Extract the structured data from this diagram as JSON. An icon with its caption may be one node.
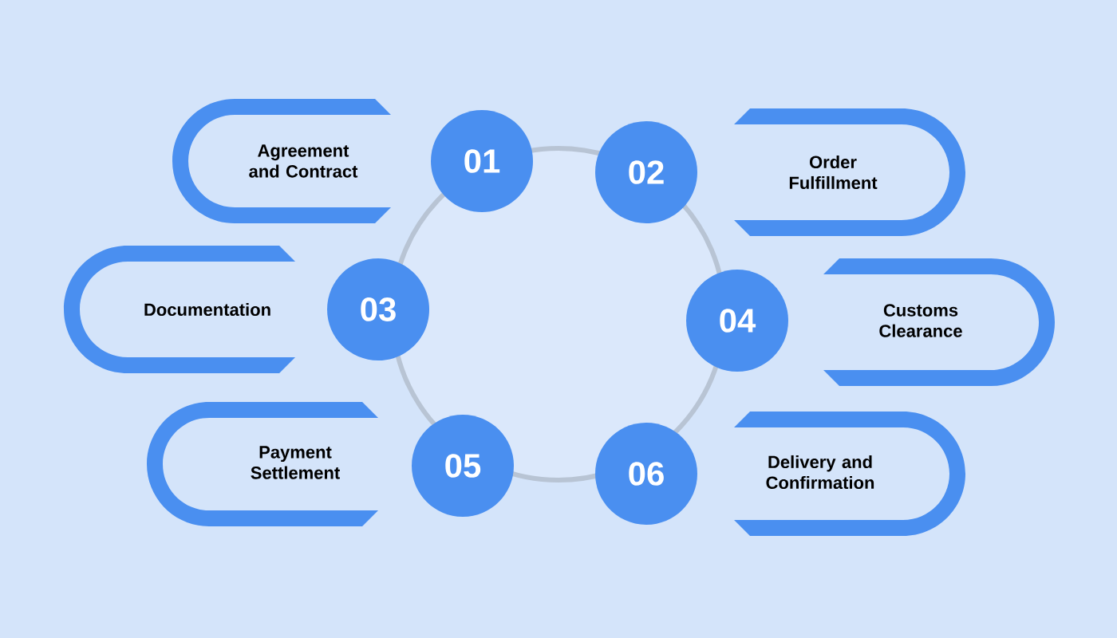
{
  "diagram": {
    "nodes": [
      {
        "text": [
          "Agreement and Contract"
        ]
      },
      {
        "text": [
          "01"
        ]
      },
      {
        "text": [
          "02"
        ]
      },
      {
        "text": [
          "Order Fulfillment"
        ]
      },
      {
        "text": [
          "Documentation"
        ]
      },
      {
        "text": [
          "03"
        ]
      },
      {
        "text": [
          "04"
        ]
      },
      {
        "text": [
          "Customs Clearance"
        ]
      },
      {
        "text": [
          "Payment Settlement"
        ]
      },
      {
        "text": [
          "05"
        ]
      },
      {
        "text": [
          "06"
        ]
      },
      {
        "text": [
          "Delivery and Confirmation"
        ]
      }
    ]
  }
}
